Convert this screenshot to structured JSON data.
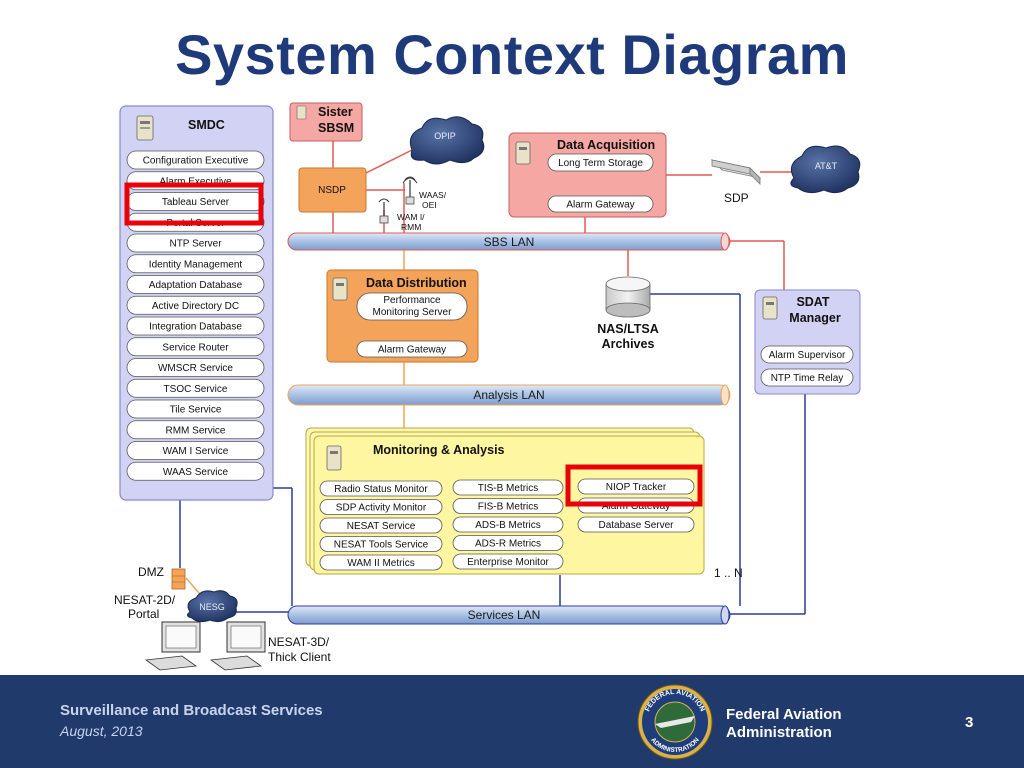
{
  "title": "System Context Diagram",
  "smdc": {
    "title": "SMDC",
    "items": [
      "Configuration Executive",
      "Alarm Executive",
      "Tableau Server",
      "Portal Server",
      "NTP Server",
      "Identity Management",
      "Adaptation Database",
      "Active Directory DC",
      "Integration Database",
      "Service Router",
      "WMSCR Service",
      "TSOC Service",
      "Tile Service",
      "RMM Service",
      "WAM I Service",
      "WAAS Service"
    ]
  },
  "sister": {
    "line1": "Sister",
    "line2": "SBSM"
  },
  "nsdp": "NSDP",
  "opip": "OPIP",
  "waas_oei": {
    "line1": "WAAS/",
    "line2": "OEI"
  },
  "wam_rmm": {
    "line1": "WAM I/",
    "line2": "RMM"
  },
  "data_acquisition": {
    "title": "Data Acquisition",
    "items": [
      "Long Term Storage",
      "Alarm Gateway"
    ]
  },
  "att": "AT&T",
  "sdp": "SDP",
  "sbs_lan": "SBS LAN",
  "data_distribution": {
    "title": "Data Distribution",
    "perf_line1": "Performance",
    "perf_line2": "Monitoring Server",
    "alarm": "Alarm Gateway"
  },
  "nas": {
    "line1": "NAS/LTSA",
    "line2": "Archives"
  },
  "sdat": {
    "title_line1": "SDAT",
    "title_line2": "Manager",
    "items": [
      "Alarm Supervisor",
      "NTP Time Relay"
    ]
  },
  "analysis_lan": "Analysis LAN",
  "monitoring": {
    "title": "Monitoring & Analysis",
    "col1": [
      "Radio Status Monitor",
      "SDP Activity Monitor",
      "NESAT Service",
      "NESAT Tools Service",
      "WAM II Metrics"
    ],
    "col2": [
      "TIS-B Metrics",
      "FIS-B Metrics",
      "ADS-B Metrics",
      "ADS-R Metrics",
      "Enterprise Monitor"
    ],
    "col3": [
      "NIOP Tracker",
      "Alarm Gateway",
      "Database Server"
    ]
  },
  "multiplicity": "1 .. N",
  "dmz": "DMZ",
  "nesat2d": {
    "line1": "NESAT-2D/",
    "line2": "Portal"
  },
  "nesg": "NESG",
  "services_lan": "Services LAN",
  "nesat3d": {
    "line1": "NESAT-3D/",
    "line2": "Thick Client"
  },
  "footer": {
    "org": "Surveillance and Broadcast Services",
    "date": "August, 2013",
    "agency_line1": "Federal Aviation",
    "agency_line2": "Administration",
    "page": "3",
    "seal_top": "FEDERAL AVIATION",
    "seal_bottom": "ADMINISTRATION"
  },
  "colors": {
    "title": "#1f3a7a",
    "footer_bg": "#1f3a6b",
    "smdc_bg": "#d2d2f5",
    "salmon": "#f4a7a3",
    "orange": "#f4a35a",
    "highlight": "#e8000a",
    "lan": "#a9c2e6",
    "link_red": "#e05a55",
    "link_blue": "#2b3c9a"
  }
}
